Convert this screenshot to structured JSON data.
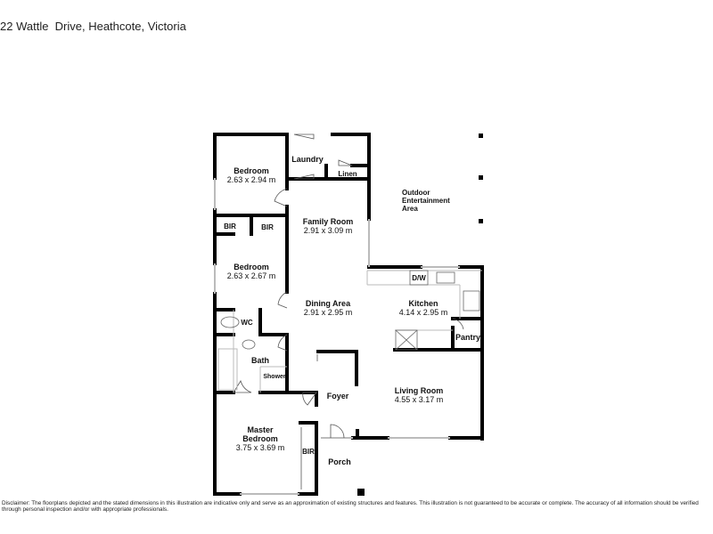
{
  "header": {
    "address": "22 Wattle  Drive, Heathcote, Victoria"
  },
  "rooms": {
    "bedroom1": {
      "name": "Bedroom",
      "dim": "2.63 x 2.94 m"
    },
    "laundry": {
      "name": "Laundry"
    },
    "linen": {
      "name": "Linen"
    },
    "bir1": {
      "name": "BIR"
    },
    "bir2": {
      "name": "BIR"
    },
    "family": {
      "name": "Family Room",
      "dim": "2.91 x 3.09 m"
    },
    "outdoor": {
      "name": "Outdoor\nEntertainment\nArea",
      "lines": [
        "Outdoor",
        "Entertainment",
        "Area"
      ]
    },
    "bedroom2": {
      "name": "Bedroom",
      "dim": "2.63 x 2.67 m"
    },
    "dw": {
      "name": "D/W"
    },
    "dining": {
      "name": "Dining Area",
      "dim": "2.91 x 2.95 m"
    },
    "kitchen": {
      "name": "Kitchen",
      "dim": "4.14 x 2.95 m"
    },
    "wc": {
      "name": "WC"
    },
    "pantry": {
      "name": "Pantry"
    },
    "bath": {
      "name": "Bath"
    },
    "shower": {
      "name": "Shower"
    },
    "foyer": {
      "name": "Foyer"
    },
    "living": {
      "name": "Living Room",
      "dim": "4.55 x 3.17 m"
    },
    "master": {
      "name_line1": "Master",
      "name_line2": "Bedroom",
      "dim": "3.75 x 3.69 m"
    },
    "bir3": {
      "name": "BIR"
    },
    "porch": {
      "name": "Porch"
    }
  },
  "footer": {
    "disclaimer": "Disclaimer: The floorplans depicted and the stated dimensions in this illustration are indicative only and serve as an approximation of existing structures and features. This illustration is not guaranteed to be accurate or complete. The accuracy of all information should be verified through personal inspection and/or with appropriate professionals."
  },
  "colors": {
    "wall": "#000000",
    "window": "#bbbbbb",
    "background": "#ffffff"
  }
}
